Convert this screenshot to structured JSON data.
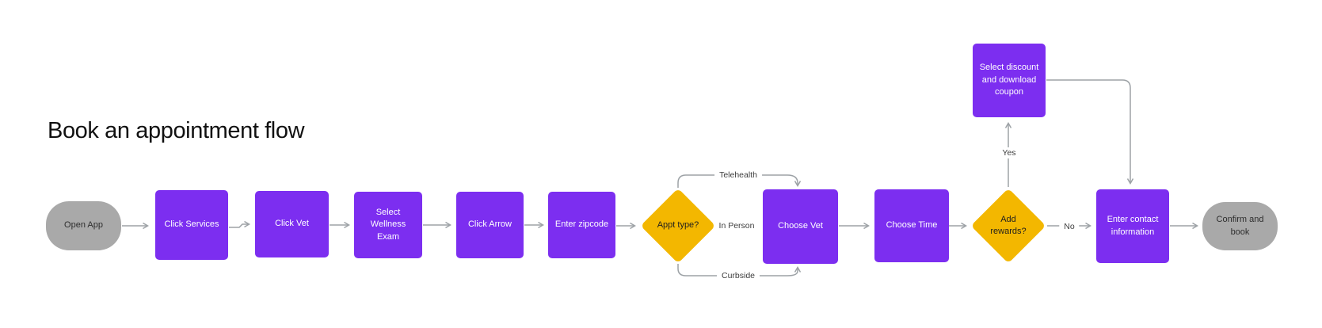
{
  "title": "Book an appointment flow",
  "colors": {
    "purple": "#7C2EF0",
    "yellow": "#F3B700",
    "gray": "#A9A9A9",
    "connector": "#9DA2A6",
    "title_text": "#111111",
    "node_text_light": "#FFFFFF",
    "node_text_dark": "#1E1E1E",
    "edge_label_text": "#3D3D3D",
    "canvas_bg": "#FFFFFF"
  },
  "nodes": {
    "open_app": {
      "label": "Open App",
      "type": "start-terminal"
    },
    "click_services": {
      "label": "Click Services",
      "type": "process"
    },
    "click_vet": {
      "label": "Click Vet",
      "type": "process"
    },
    "select_wellness_exam": {
      "label": "Select Wellness Exam",
      "type": "process"
    },
    "click_arrow": {
      "label": "Click Arrow",
      "type": "process"
    },
    "enter_zipcode": {
      "label": "Enter zipcode",
      "type": "process"
    },
    "appt_type": {
      "label": "Appt type?",
      "type": "decision"
    },
    "choose_vet": {
      "label": "Choose Vet",
      "type": "process"
    },
    "choose_time": {
      "label": "Choose Time",
      "type": "process"
    },
    "add_rewards": {
      "label": "Add rewards?",
      "type": "decision"
    },
    "select_discount": {
      "label": "Select discount and download coupon",
      "type": "process"
    },
    "enter_contact": {
      "label": "Enter contact information",
      "type": "process"
    },
    "confirm_book": {
      "label": "Confirm and book",
      "type": "end-terminal"
    }
  },
  "edge_labels": {
    "telehealth": "Telehealth",
    "in_person": "In Person",
    "curbside": "Curbside",
    "yes": "Yes",
    "no": "No"
  },
  "edges": [
    {
      "from": "open_app",
      "to": "click_services",
      "label": ""
    },
    {
      "from": "click_services",
      "to": "click_vet",
      "label": ""
    },
    {
      "from": "click_vet",
      "to": "select_wellness_exam",
      "label": ""
    },
    {
      "from": "select_wellness_exam",
      "to": "click_arrow",
      "label": ""
    },
    {
      "from": "click_arrow",
      "to": "enter_zipcode",
      "label": ""
    },
    {
      "from": "enter_zipcode",
      "to": "appt_type",
      "label": ""
    },
    {
      "from": "appt_type",
      "to": "choose_vet",
      "label": "Telehealth"
    },
    {
      "from": "appt_type",
      "to": "choose_vet",
      "label": "In Person"
    },
    {
      "from": "appt_type",
      "to": "choose_vet",
      "label": "Curbside"
    },
    {
      "from": "choose_vet",
      "to": "choose_time",
      "label": ""
    },
    {
      "from": "choose_time",
      "to": "add_rewards",
      "label": ""
    },
    {
      "from": "add_rewards",
      "to": "select_discount",
      "label": "Yes"
    },
    {
      "from": "add_rewards",
      "to": "enter_contact",
      "label": "No"
    },
    {
      "from": "select_discount",
      "to": "enter_contact",
      "label": ""
    },
    {
      "from": "enter_contact",
      "to": "confirm_book",
      "label": ""
    }
  ]
}
